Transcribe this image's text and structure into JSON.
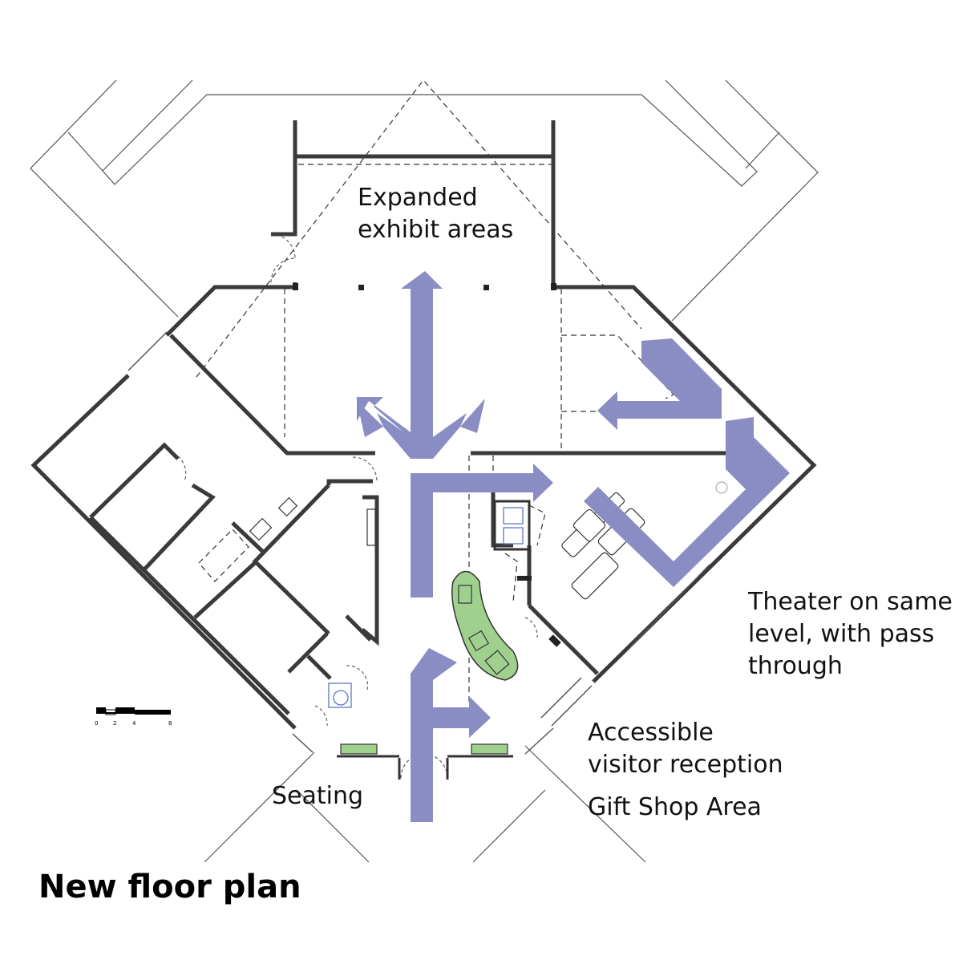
{
  "title": "New floor plan",
  "labels": {
    "exhibit_line1": "Expanded",
    "exhibit_line2": "exhibit areas",
    "theater_line1": "Theater on same",
    "theater_line2": "level, with pass",
    "theater_line3": "through",
    "reception_line1": "Accessible",
    "reception_line2": "visitor reception",
    "gift_shop": "Gift Shop Area",
    "seating": "Seating"
  },
  "scale_bar": {
    "ticks": [
      "0",
      "2",
      "4",
      "8"
    ]
  },
  "colors": {
    "arrow": "#8a8cc4",
    "furniture": "#9fd08e",
    "wall": "#3a3a3a",
    "fixture": "#5b78c8"
  },
  "icons": {
    "arrow": "flow-arrow",
    "door": "door-swing"
  }
}
